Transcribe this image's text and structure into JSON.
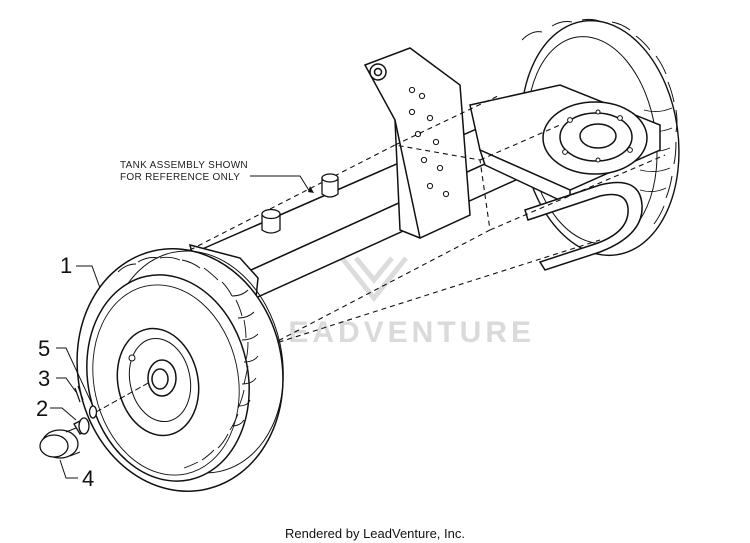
{
  "diagram": {
    "reference_note": {
      "line1": "TANK ASSEMBLY SHOWN",
      "line2": "FOR REFERENCE ONLY"
    },
    "callouts": [
      {
        "number": "1"
      },
      {
        "number": "2"
      },
      {
        "number": "3"
      },
      {
        "number": "4"
      },
      {
        "number": "5"
      }
    ],
    "watermark": {
      "text": "LEADVENTURE"
    },
    "footer": "Rendered by LeadVenture, Inc."
  }
}
